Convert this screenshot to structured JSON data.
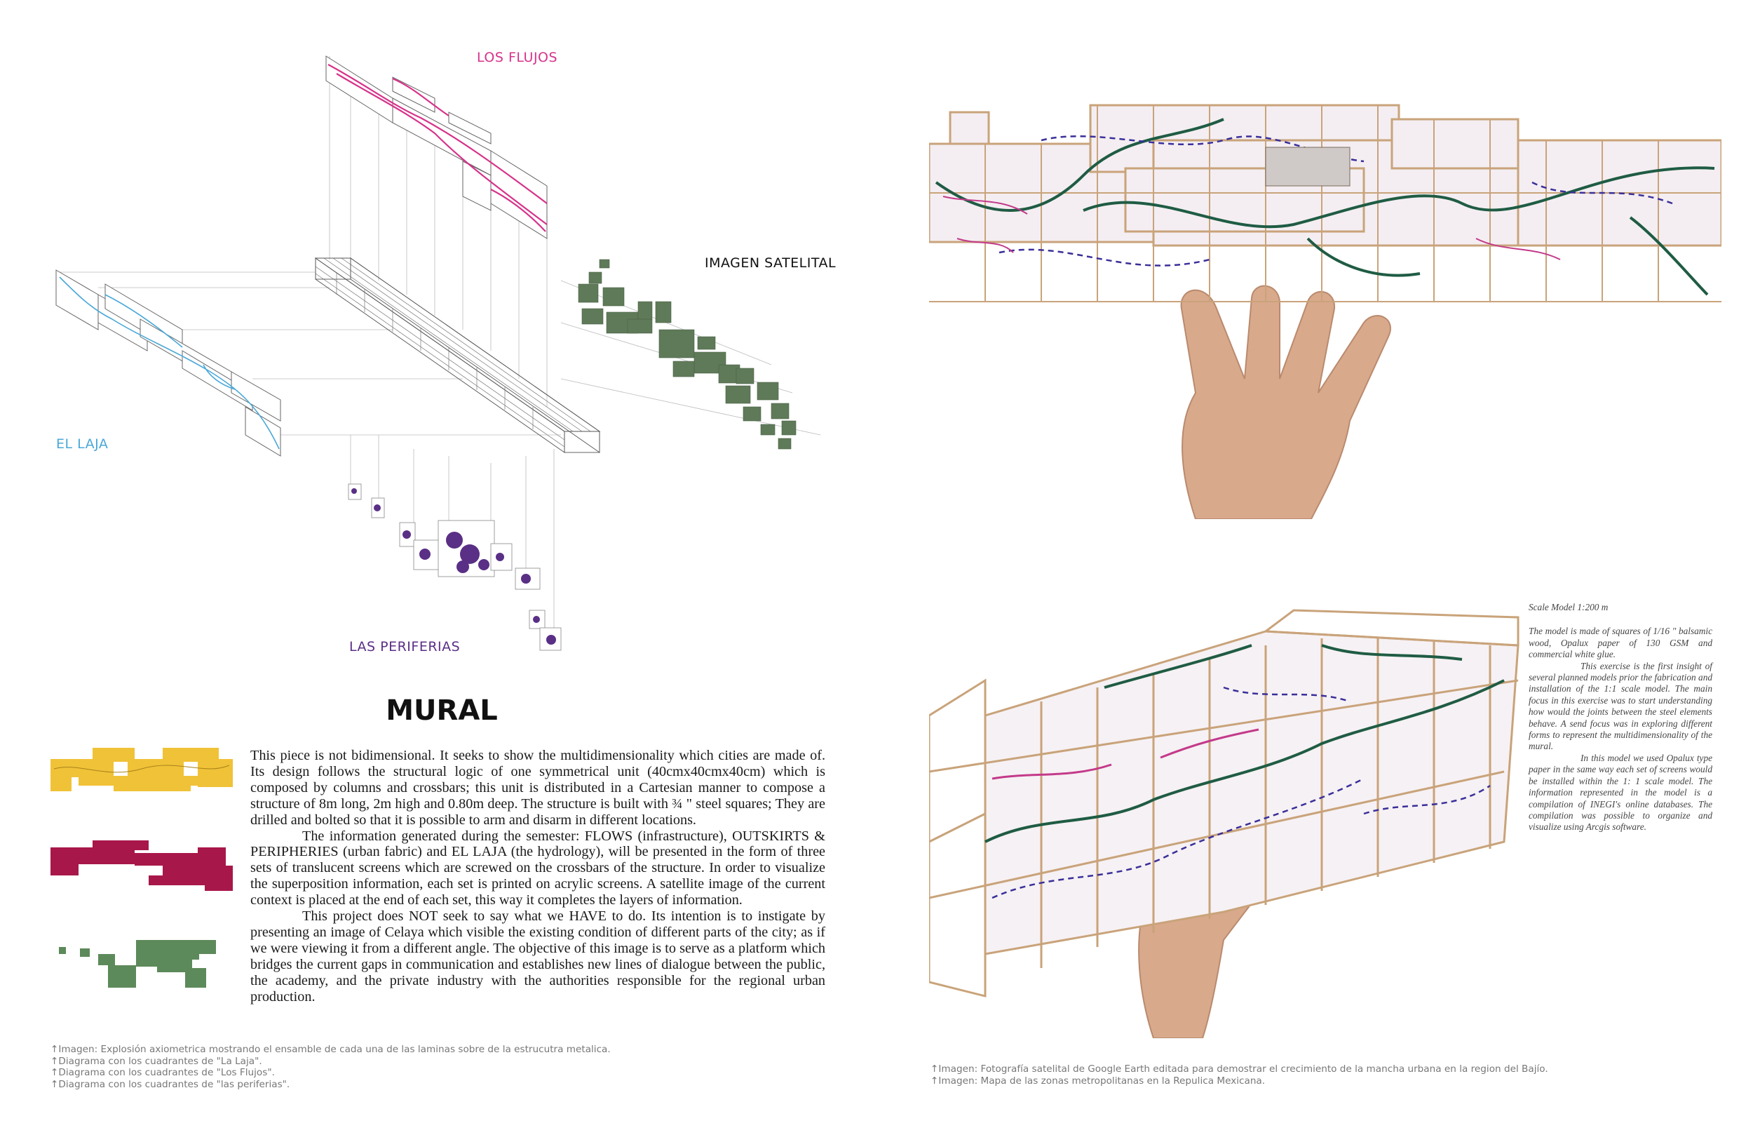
{
  "labels": {
    "los_flujos": "LOS FLUJOS",
    "imagen_satelital": "IMAGEN SATELITAL",
    "el_laja": "EL LAJA",
    "las_periferias": "LAS PERIFERIAS"
  },
  "colors": {
    "los_flujos": "#d6338a",
    "el_laja": "#4aa8d8",
    "las_periferias": "#5a2f86",
    "legend_yellow": "#f0c238",
    "legend_crimson": "#a8174a",
    "legend_green": "#5d8a5a"
  },
  "title": "MURAL",
  "body": {
    "p1": "This piece is not bidimensional. It seeks to show the multidimensionality which cities are made of. Its design follows the structural logic of one symmetrical unit (40cmx40cmx40cm) which is composed by columns and crossbars; this unit is distributed in a Cartesian manner to compose a structure of 8m long, 2m high and 0.80m deep. The structure is built with ¾ \" steel squares; They are drilled and bolted so that it is possible to arm and disarm in different locations.",
    "p2": "The information generated during the semester: FLOWS (infrastructure), OUTSKIRTS & PERIPHERIES (urban fabric) and EL LAJA (the hydrology), will be presented in the form of three sets of translucent screens which are screwed on the crossbars of the structure. In order to visualize the superposition information, each set is printed on acrylic screens. A satellite image of the current context is placed at the end of each set, this way it completes the layers of information.",
    "p3": "This project does NOT seek to say what we HAVE to do. Its intention is to instigate by presenting an image of Celaya which visible the existing condition of different parts of the city; as if we were viewing it from a different angle. The objective of this image is to serve as a platform which bridges the current gaps in communication and establishes new lines of dialogue between the public, the academy, and the private industry with the authorities responsible for the regional urban production."
  },
  "captions_left": [
    "↑Imagen: Explosión axiometrica mostrando el ensamble de cada una de las laminas sobre de la estrucutra metalica.",
    "↑Diagrama con los cuadrantes de \"La Laja\".",
    "↑Diagrama con los cuadrantes de \"Los Flujos\".",
    "↑Diagrama con los cuadrantes de \"las periferias\"."
  ],
  "captions_right": [
    "↑Imagen: Fotografía satelital de Google Earth editada para demostrar el crecimiento de la mancha urbana en la region del Bajío.",
    "↑Imagen: Mapa de las zonas metropolitanas en la Repulica Mexicana."
  ],
  "scale_model": {
    "title": "Scale Model 1:200 m",
    "p1": "The model is made of squares of 1/16 \" balsamic wood, Opalux paper of 130 GSM and commercial white glue.",
    "p2": "This exercise is the first insight of several planned models prior the fabrication and installation of the 1:1 scale model. The main focus in this exercise was to start understanding how would the joints between the steel elements behave. A send focus was in exploring different forms to represent the multidimensionality of the mural.",
    "p3": "In this model we used Opalux type paper in the same way each set of screens would be installed within the 1: 1 scale model. The information represented in the model is a compilation of INEGI's online databases. The compilation was possible to organize and visualize using Arcgis software."
  }
}
